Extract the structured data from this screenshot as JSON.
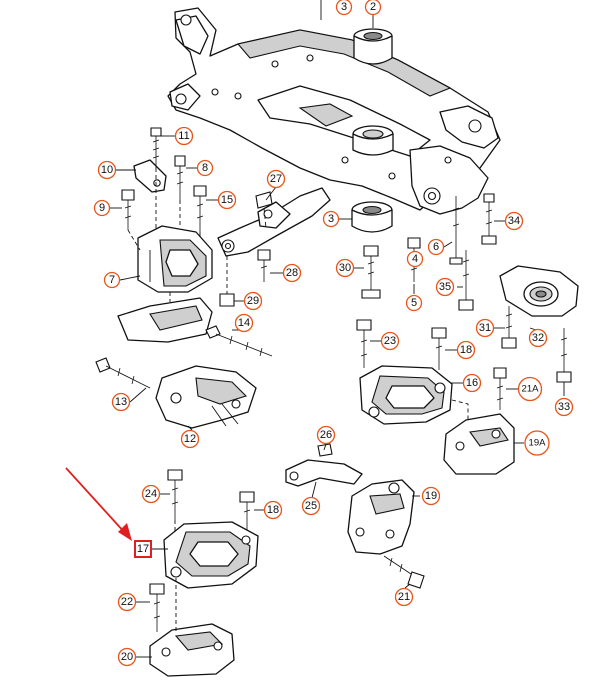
{
  "callouts": [
    {
      "label": "3"
    },
    {
      "label": "2"
    },
    {
      "label": "11"
    },
    {
      "label": "10"
    },
    {
      "label": "8"
    },
    {
      "label": "9"
    },
    {
      "label": "15"
    },
    {
      "label": "27"
    },
    {
      "label": "3"
    },
    {
      "label": "34"
    },
    {
      "label": "6"
    },
    {
      "label": "7"
    },
    {
      "label": "28"
    },
    {
      "label": "30"
    },
    {
      "label": "4"
    },
    {
      "label": "29"
    },
    {
      "label": "35"
    },
    {
      "label": "5"
    },
    {
      "label": "14"
    },
    {
      "label": "31"
    },
    {
      "label": "32"
    },
    {
      "label": "23"
    },
    {
      "label": "18"
    },
    {
      "label": "16"
    },
    {
      "label": "21A"
    },
    {
      "label": "13"
    },
    {
      "label": "33"
    },
    {
      "label": "12"
    },
    {
      "label": "26"
    },
    {
      "label": "19A"
    },
    {
      "label": "24"
    },
    {
      "label": "25"
    },
    {
      "label": "19"
    },
    {
      "label": "18"
    },
    {
      "label": "17"
    },
    {
      "label": "21"
    },
    {
      "label": "22"
    },
    {
      "label": "20"
    }
  ],
  "highlight": {
    "label": "17",
    "color": "#e02020"
  },
  "colors": {
    "callout_ring": "#e8551b",
    "highlight": "#e02020",
    "line": "#111111"
  }
}
